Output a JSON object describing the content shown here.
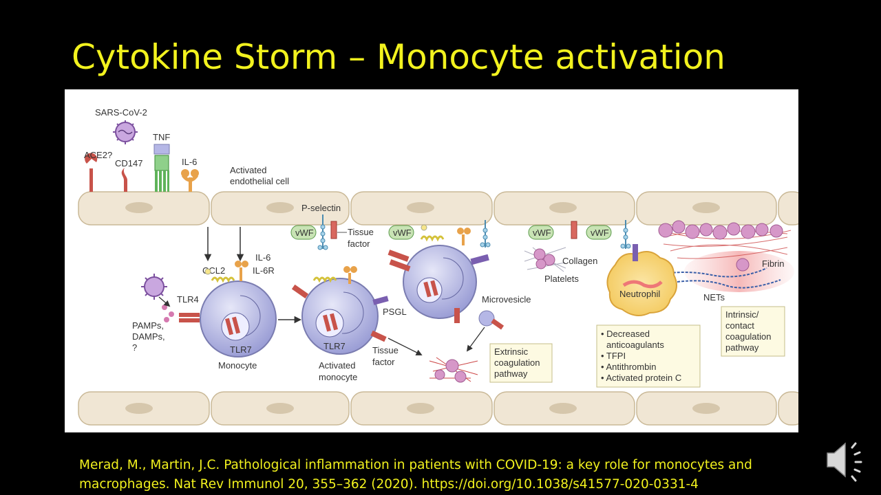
{
  "slide": {
    "title": "Cytokine Storm – Monocyte activation",
    "citation": "Merad, M., Martin, J.C. Pathological inflammation in patients with COVID-19: a key role for monocytes and macrophages. Nat Rev Immunol 20, 355–362 (2020). https://doi.org/10.1038/s41577-020-0331-4",
    "audio_icon": "speaker-icon"
  },
  "figure": {
    "labels": {
      "sars": "SARS-CoV-2",
      "ace2": "ACE2?",
      "cd147": "CD147",
      "tnf": "TNF",
      "il6_top": "IL-6",
      "endo1": "Activated",
      "endo2": "endothelial cell",
      "pselectin": "P-selectin",
      "vwf": "vWF",
      "tissue1": "Tissue",
      "tissue2": "factor",
      "collagen": "Collagen",
      "platelets": "Platelets",
      "fibrin": "Fibrin",
      "ccl2": "CCL2",
      "il6": "IL-6",
      "il6r": "IL-6R",
      "tlr4": "TLR4",
      "pamps1": "PAMPs,",
      "pamps2": "DAMPs,",
      "pamps3": "?",
      "tlr7": "TLR7",
      "monocyte": "Monocyte",
      "activated1": "Activated",
      "activated2": "monocyte",
      "psgl": "PSGL",
      "microvesicle": "Microvesicle",
      "neutrophil": "Neutrophil",
      "nets": "NETs"
    },
    "boxes": {
      "extrinsic": [
        "Extrinsic",
        "coagulation",
        "pathway"
      ],
      "decreased": [
        "• Decreased",
        "anticoagulants",
        "• TFPI",
        "• Antithrombin",
        "• Activated protein C"
      ],
      "intrinsic": [
        "Intrinsic/",
        "contact",
        "coagulation",
        "pathway"
      ]
    },
    "colors": {
      "endothelium": "#f0e6d4",
      "cell": "#b7b9e4",
      "nucleus": "#8e90c8",
      "receptor": "#c8534a",
      "il6": "#e8a24a",
      "vwf": "#c8e3b4",
      "neutrophil": "#f6d271",
      "platelet": "#d697c8",
      "box": "#fdfae2"
    }
  }
}
